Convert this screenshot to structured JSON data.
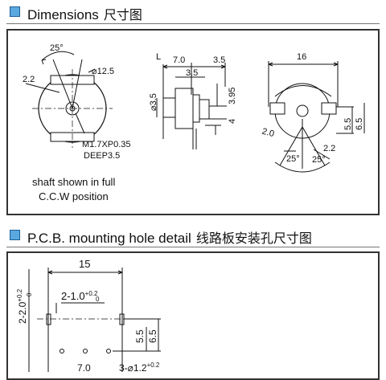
{
  "section1": {
    "title": "Dimensions",
    "title_cn": "尺寸图",
    "labels": {
      "angle_25": "25°",
      "dim_22": "2.2",
      "dia_125": "⌀12.5",
      "shaft_spec": "M1.7XP0.35",
      "deep": "DEEP3.5",
      "note_line1": "shaft shown in full",
      "note_line2": "C.C.W position",
      "L": "L",
      "dim_70": "7.0",
      "dim_35_top": "3.5",
      "dim_35_mid": "3.5",
      "dia_35": "⌀3.5",
      "dim_395": "3.95",
      "dim_4": "4",
      "dim_16": "16",
      "dim_55": "5.5",
      "dim_65": "6.5",
      "dim_20": "2.0",
      "dim_22b": "2.2",
      "angle_25a": "25°",
      "angle_25b": "25°"
    }
  },
  "section2": {
    "title": "P.C.B. mounting hole detail",
    "title_cn": "线路板安装孔尺寸图",
    "labels": {
      "dim_15": "15",
      "slot_main": "2-2.0",
      "slot_sup": "+0.2",
      "slot_sub": "0",
      "slot2_main": "2-1.0",
      "slot2_sup": "+0.2",
      "slot2_sub": "0",
      "dim_55": "5.5",
      "dim_65": "6.5",
      "dim_70b": "7.0",
      "holes_main": "3-⌀1.2",
      "holes_sup": "+0.2"
    }
  }
}
